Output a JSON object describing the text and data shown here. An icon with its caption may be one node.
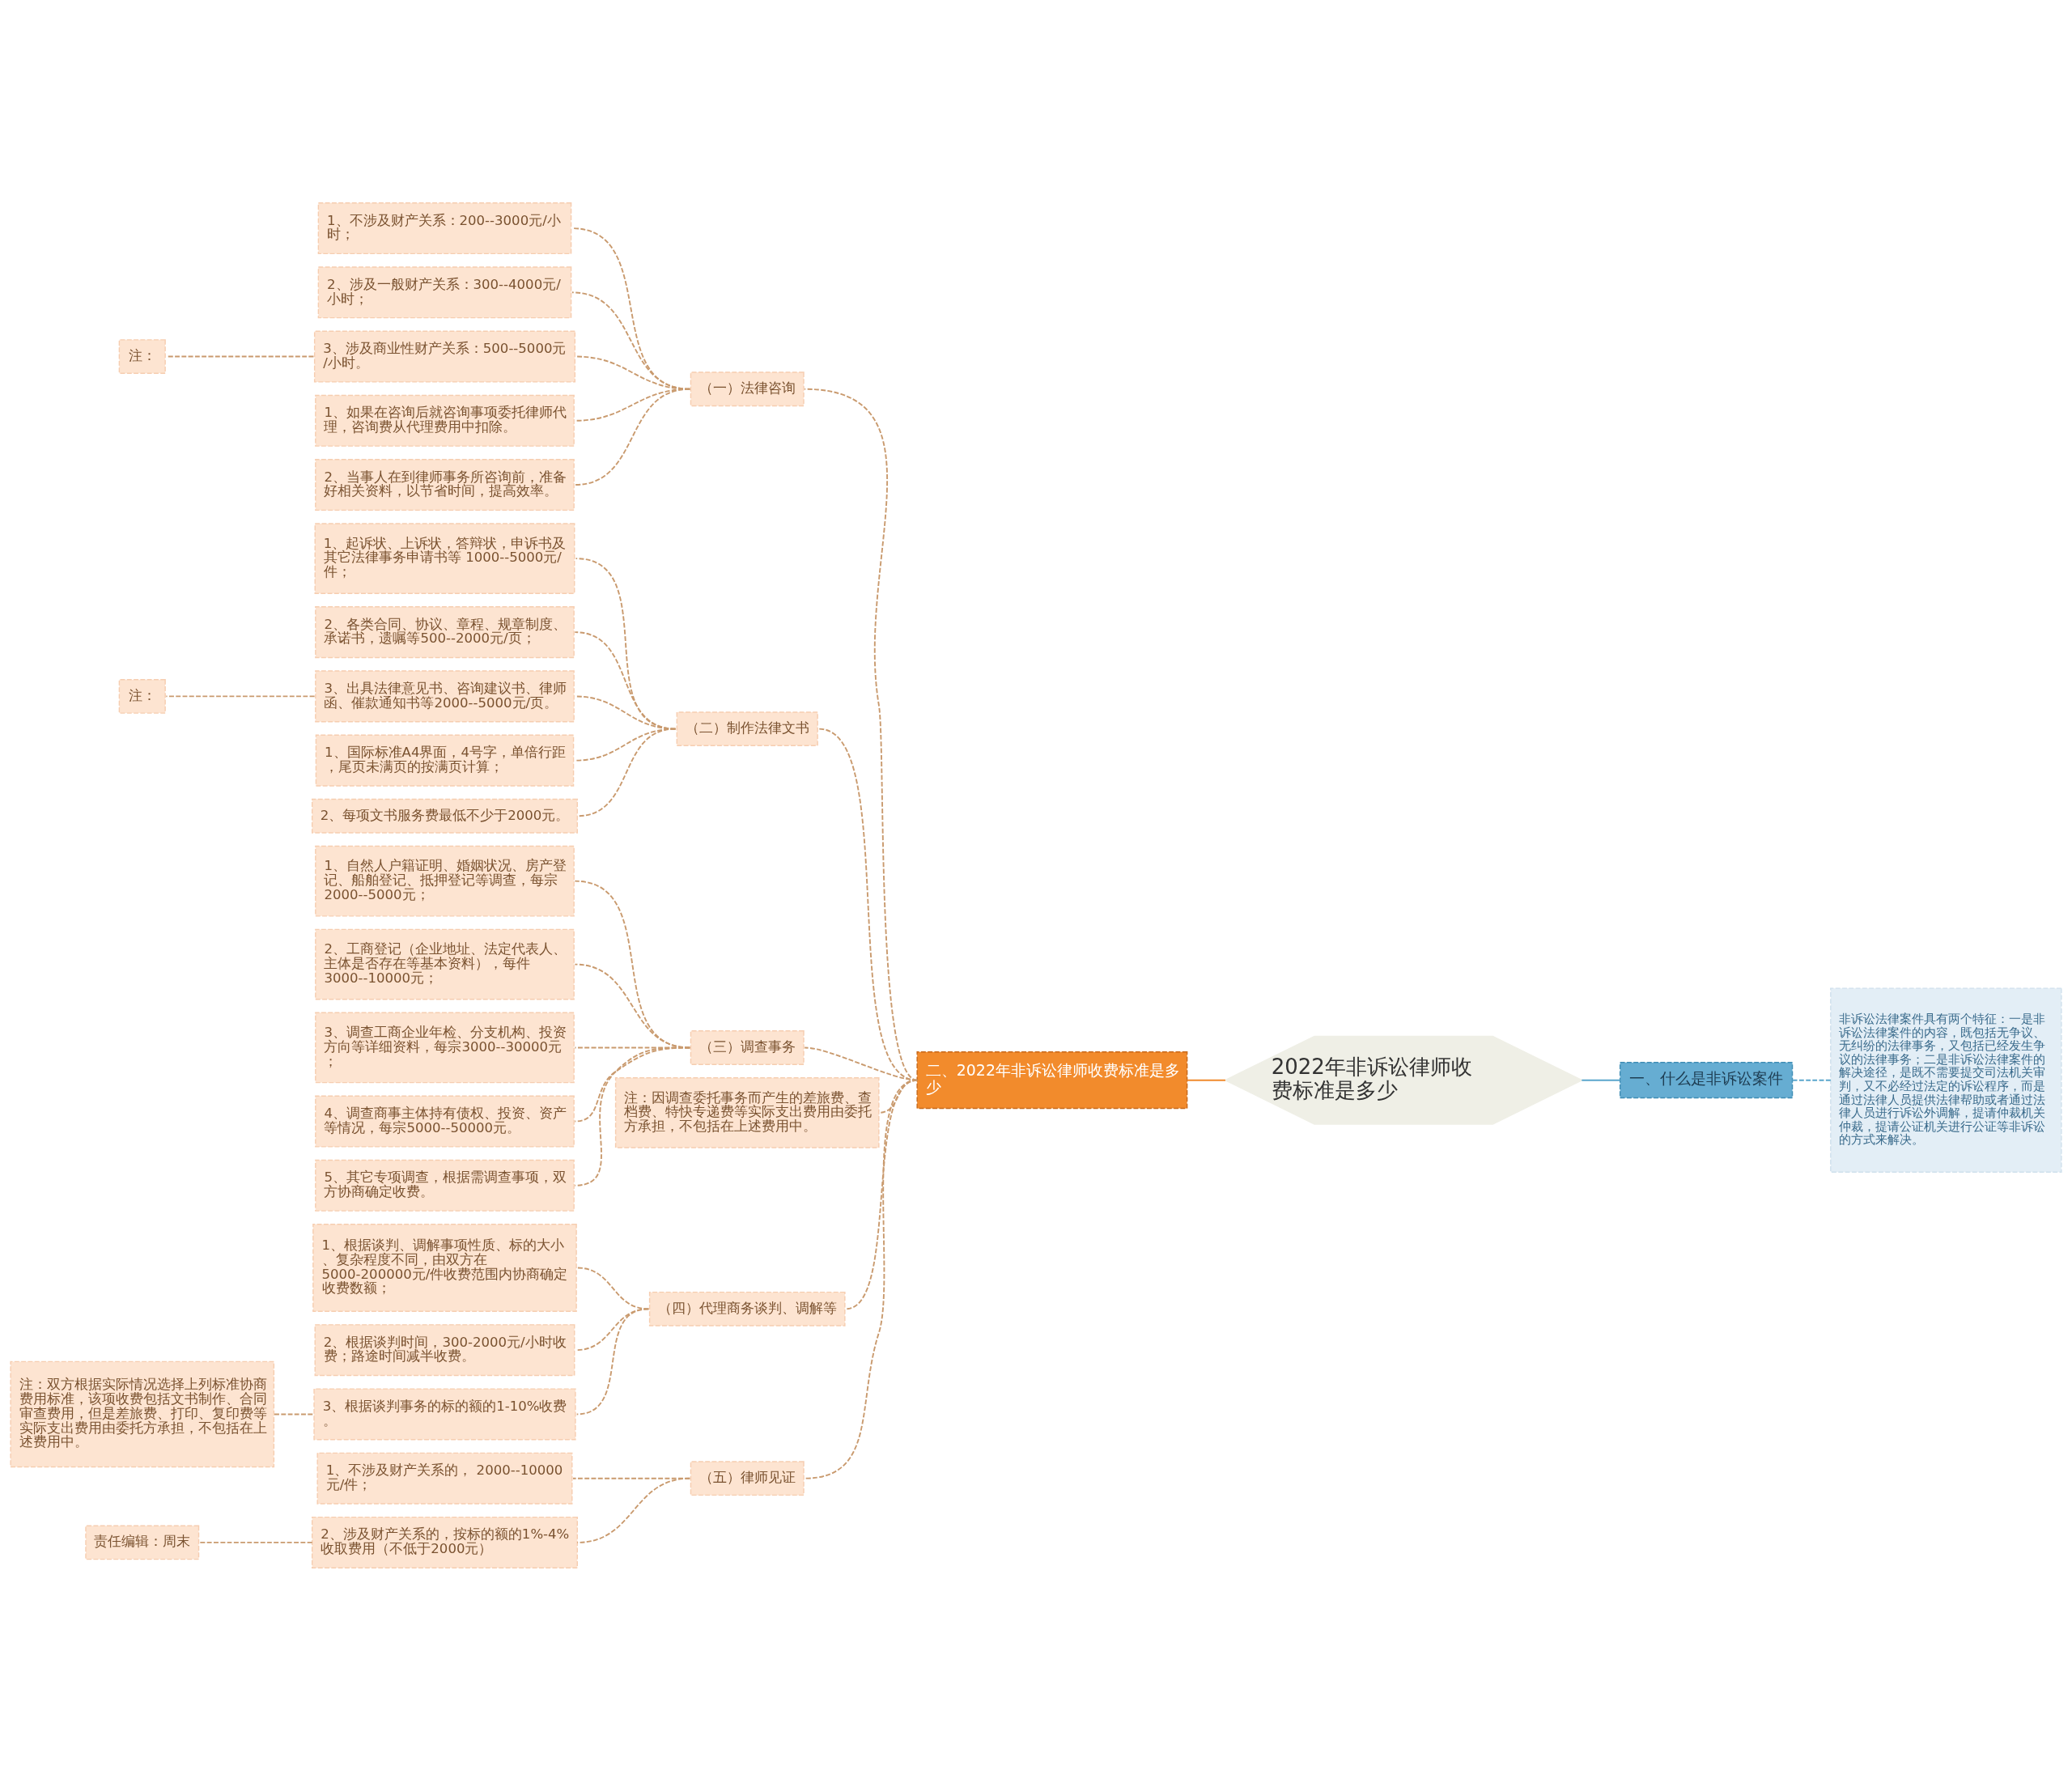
{
  "diagram": {
    "nodes": [
      {
        "text": [
          "2022年非诉讼律师收费标准是多少"
        ]
      },
      {
        "text": [
          "二、2022年非诉讼律师收费标准是多少"
        ]
      },
      {
        "text": [
          "（一）法律咨询"
        ]
      },
      {
        "text": [
          "1、不涉及财产关系：200--3000元/小时；"
        ]
      },
      {
        "text": [
          "2、涉及一般财产关系：300--4000元/小时；"
        ]
      },
      {
        "text": [
          "3、涉及商业性财产关系：500--5000元/小时。"
        ]
      },
      {
        "text": [
          "注："
        ]
      },
      {
        "text": [
          "1、如果在咨询后就咨询事项委托律师代理，咨询费从代理费用中扣除。"
        ]
      },
      {
        "text": [
          "2、当事人在到律师事务所咨询前，准备好相关资料，以节省时间，提高效率。"
        ]
      },
      {
        "text": [
          "（二）制作法律文书"
        ]
      },
      {
        "text": [
          "1、起诉状、上诉状，答辩状，申诉书及其它法律事务申请书等 1000--5000元/件；"
        ]
      },
      {
        "text": [
          "2、各类合同、协议、章程、规章制度、承诺书，遗嘱等500--2000元/页；"
        ]
      },
      {
        "text": [
          "3、出具法律意见书、咨询建议书、律师函、催款通知书等2000--5000元/页。"
        ]
      },
      {
        "text": [
          "注："
        ]
      },
      {
        "text": [
          "1、国际标准A4界面，4号字，单倍行距，尾页未满页的按满页计算；"
        ]
      },
      {
        "text": [
          "2、每项文书服务费最低不少于2000元。"
        ]
      },
      {
        "text": [
          "（三）调查事务"
        ]
      },
      {
        "text": [
          "1、自然人户籍证明、婚姻状况、房产登记、船舶登记、抵押登记等调查，每宗2000--5000元；"
        ]
      },
      {
        "text": [
          "2、工商登记（企业地址、法定代表人、主体是否存在等基本资料），每件3000--10000元；"
        ]
      },
      {
        "text": [
          "3、调查工商企业年检、分支机构、投资方向等详细资料，每宗3000--30000元；"
        ]
      },
      {
        "text": [
          "4、调查商事主体持有债权、投资、资产等情况，每宗5000--50000元。"
        ]
      },
      {
        "text": [
          "5、其它专项调查，根据需调查事项，双方协商确定收费。"
        ]
      },
      {
        "text": [
          "注：因调查委托事务而产生的差旅费、查档费、特快专递费等实际支出费用由委托方承担，不包括在上述费用中。"
        ]
      },
      {
        "text": [
          "（四）代理商务谈判、调解等"
        ]
      },
      {
        "text": [
          "1、根据谈判、调解事项性质、标的大小、复杂程度不同，由双方在5000-200000元/件收费范围内协商确定收费数额；"
        ]
      },
      {
        "text": [
          "2、根据谈判时间，300-2000元/小时收费；路途时间减半收费。"
        ]
      },
      {
        "text": [
          "3、根据谈判事务的标的额的1-10%收费。"
        ]
      },
      {
        "text": [
          "注：双方根据实际情况选择上列标准协商费用标准，该项收费包括文书制作、合同审查费用，但是差旅费、打印、复印费等实际支出费用由委托方承担，不包括在上述费用中。"
        ]
      },
      {
        "text": [
          "（五）律师见证"
        ]
      },
      {
        "text": [
          "1、不涉及财产关系的， 2000--10000元/件；"
        ]
      },
      {
        "text": [
          "2、涉及财产关系的，按标的额的1%-4%收取费用（不低于2000元）"
        ]
      },
      {
        "text": [
          "责任编辑：周末"
        ]
      },
      {
        "text": [
          "一、什么是非诉讼案件"
        ]
      },
      {
        "text": [
          "非诉讼法律案件具有两个特征：一是非诉讼法律案件的内容，既包括无争议、无纠纷的法律事务，又包括已经发生争议的法律事务；二是非诉讼法律案件的解决途径，是既不需要提交司法机关审判，又不必经过法定的诉讼程序，而是通过法律人员提供法律帮助或者通过法律人员进行诉讼外调解，提请仲裁机关仲裁，提请公证机关进行公证等非诉讼的方式来解决。"
        ]
      }
    ],
    "edges": [
      {
        "from": 0,
        "to": 1,
        "arrow": "none",
        "color": "#f08a2c"
      },
      {
        "from": 1,
        "to": 2,
        "arrow": "none",
        "style": "dashed"
      },
      {
        "from": 2,
        "to": 3,
        "arrow": "none",
        "style": "dashed"
      },
      {
        "from": 2,
        "to": 4,
        "arrow": "none",
        "style": "dashed"
      },
      {
        "from": 2,
        "to": 5,
        "arrow": "none",
        "style": "dashed"
      },
      {
        "from": 5,
        "to": 6,
        "arrow": "none",
        "style": "dashed"
      },
      {
        "from": 2,
        "to": 7,
        "arrow": "none",
        "style": "dashed"
      },
      {
        "from": 2,
        "to": 8,
        "arrow": "none",
        "style": "dashed"
      },
      {
        "from": 1,
        "to": 9,
        "arrow": "none",
        "style": "dashed"
      },
      {
        "from": 9,
        "to": 10,
        "arrow": "none",
        "style": "dashed"
      },
      {
        "from": 9,
        "to": 11,
        "arrow": "none",
        "style": "dashed"
      },
      {
        "from": 9,
        "to": 12,
        "arrow": "none",
        "style": "dashed"
      },
      {
        "from": 12,
        "to": 13,
        "arrow": "none",
        "style": "dashed"
      },
      {
        "from": 9,
        "to": 14,
        "arrow": "none",
        "style": "dashed"
      },
      {
        "from": 9,
        "to": 15,
        "arrow": "none",
        "style": "dashed"
      },
      {
        "from": 1,
        "to": 16,
        "arrow": "none",
        "style": "dashed"
      },
      {
        "from": 16,
        "to": 17,
        "arrow": "none",
        "style": "dashed"
      },
      {
        "from": 16,
        "to": 18,
        "arrow": "none",
        "style": "dashed"
      },
      {
        "from": 16,
        "to": 19,
        "arrow": "none",
        "style": "dashed"
      },
      {
        "from": 16,
        "to": 20,
        "arrow": "none",
        "style": "dashed"
      },
      {
        "from": 16,
        "to": 21,
        "arrow": "none",
        "style": "dashed"
      },
      {
        "from": 1,
        "to": 22,
        "arrow": "none",
        "style": "dashed"
      },
      {
        "from": 1,
        "to": 23,
        "arrow": "none",
        "style": "dashed"
      },
      {
        "from": 23,
        "to": 24,
        "arrow": "none",
        "style": "dashed"
      },
      {
        "from": 23,
        "to": 25,
        "arrow": "none",
        "style": "dashed"
      },
      {
        "from": 23,
        "to": 26,
        "arrow": "none",
        "style": "dashed"
      },
      {
        "from": 26,
        "to": 27,
        "arrow": "none",
        "style": "dashed"
      },
      {
        "from": 1,
        "to": 28,
        "arrow": "none",
        "style": "dashed"
      },
      {
        "from": 28,
        "to": 29,
        "arrow": "none",
        "style": "dashed"
      },
      {
        "from": 28,
        "to": 30,
        "arrow": "none",
        "style": "dashed"
      },
      {
        "from": 30,
        "to": 31,
        "arrow": "none",
        "style": "dashed"
      },
      {
        "from": 0,
        "to": 32,
        "arrow": "none",
        "color": "#5aa6cc"
      },
      {
        "from": 32,
        "to": 33,
        "arrow": "none",
        "style": "dashed",
        "color": "#5aa6cc"
      }
    ]
  }
}
